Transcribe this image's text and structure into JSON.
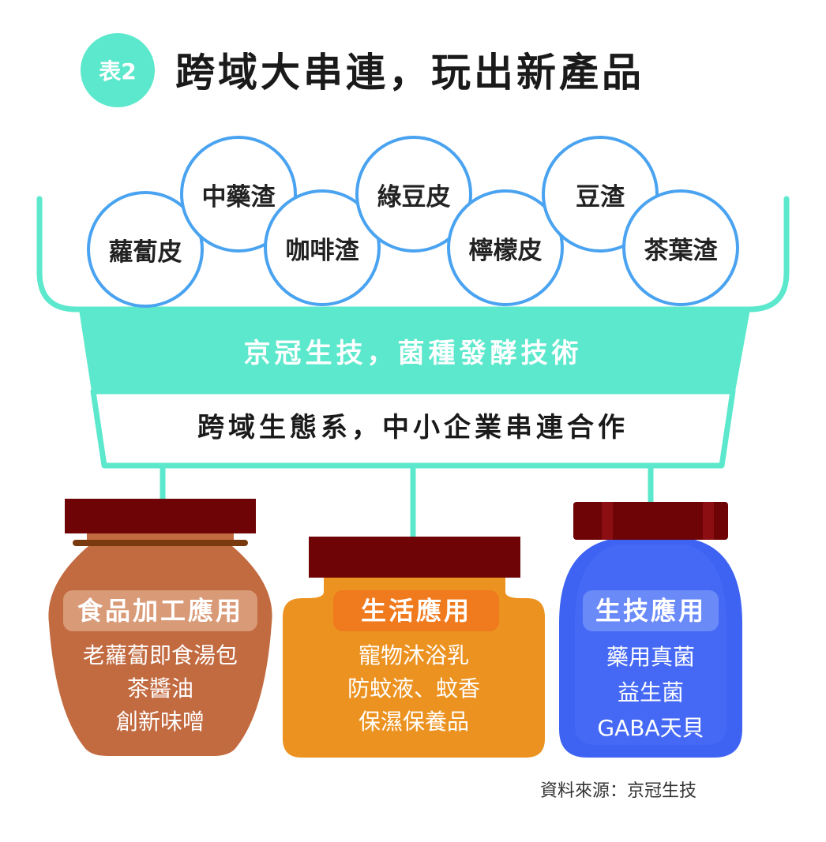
{
  "header": {
    "badge": "表2",
    "title": "跨域大串連，玩出新產品"
  },
  "bubbles": [
    {
      "label": "蘿蔔皮"
    },
    {
      "label": "中藥渣"
    },
    {
      "label": "咖啡渣"
    },
    {
      "label": "綠豆皮"
    },
    {
      "label": "檸檬皮"
    },
    {
      "label": "豆渣"
    },
    {
      "label": "茶葉渣"
    }
  ],
  "funnel": {
    "band1": "京冠生技，菌種發酵技術",
    "band2": "跨域生態系，中小企業串連合作"
  },
  "jars": [
    {
      "label": "食品加工應用",
      "items": [
        "老蘿蔔即食湯包",
        "茶醬油",
        "創新味噌"
      ]
    },
    {
      "label": "生活應用",
      "items": [
        "寵物沐浴乳",
        "防蚊液、蚊香",
        "保濕保養品"
      ]
    },
    {
      "label": "生技應用",
      "items": [
        "藥用真菌",
        "益生菌",
        "GABA天貝"
      ]
    }
  ],
  "source": "資料來源：京冠生技",
  "colors": {
    "mint": "#5ce8cc",
    "bubble_border": "#4aa3f0",
    "brown_jar": "#c26a40",
    "orange_jar": "#ec9220",
    "blue_jar": "#3e63f2",
    "lid": "#6e0406"
  }
}
